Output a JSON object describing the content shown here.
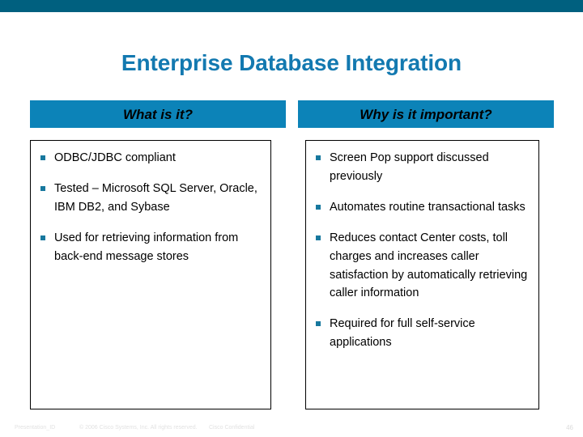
{
  "slide": {
    "title": "Enterprise Database Integration",
    "accent_color": "#1379b0",
    "header_bar_color": "#0c83b8",
    "top_band_color": "#00607f",
    "bullet_color": "#17789e",
    "columns": [
      {
        "header": "What is it?",
        "bullets": [
          "ODBC/JDBC compliant",
          "Tested – Microsoft SQL Server, Oracle, IBM DB2, and Sybase",
          "Used for retrieving information from back-end message stores"
        ]
      },
      {
        "header": "Why is it important?",
        "bullets": [
          "Screen Pop support discussed previously",
          "Automates routine transactional tasks",
          "Reduces contact Center costs, toll charges and increases caller satisfaction by automatically retrieving caller information",
          "Required for full self-service applications"
        ]
      }
    ]
  },
  "footer": {
    "presentation_id": "Presentation_ID",
    "copyright": "© 2006 Cisco Systems, Inc. All rights reserved.",
    "confidentiality": "Cisco Confidential",
    "page_number": "46"
  }
}
